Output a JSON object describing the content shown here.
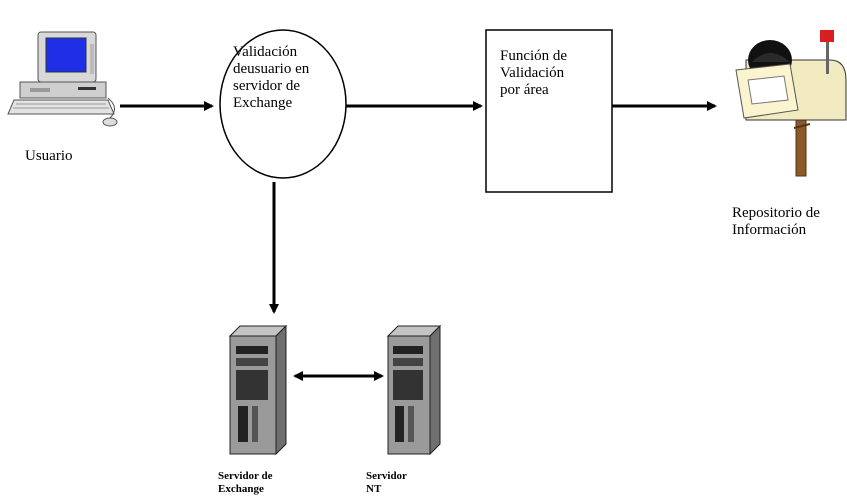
{
  "nodes": {
    "user": {
      "label": "Usuario",
      "icon": "desktop-computer-icon"
    },
    "validation": {
      "label": "Validación\ndeusuario en\nservidor de\nExchange"
    },
    "area_function": {
      "label": "Función de\nValidación\npor área"
    },
    "repository": {
      "label": "Repositorio de\nInformación",
      "icon": "mailbox-icon"
    },
    "exchange_server": {
      "label": "Servidor de\nExchange",
      "icon": "tower-server-icon"
    },
    "nt_server": {
      "label": "Servidor\nNT",
      "icon": "tower-server-icon"
    }
  },
  "colors": {
    "stroke": "#000000",
    "screen": "#1f2fe8",
    "computer_body": "#d8d8d8",
    "server_body": "#9a9a9a",
    "mailbox_flag": "#d81e1e",
    "mailbox_body": "#f2eac0",
    "mailbox_post": "#8a5a2a"
  }
}
